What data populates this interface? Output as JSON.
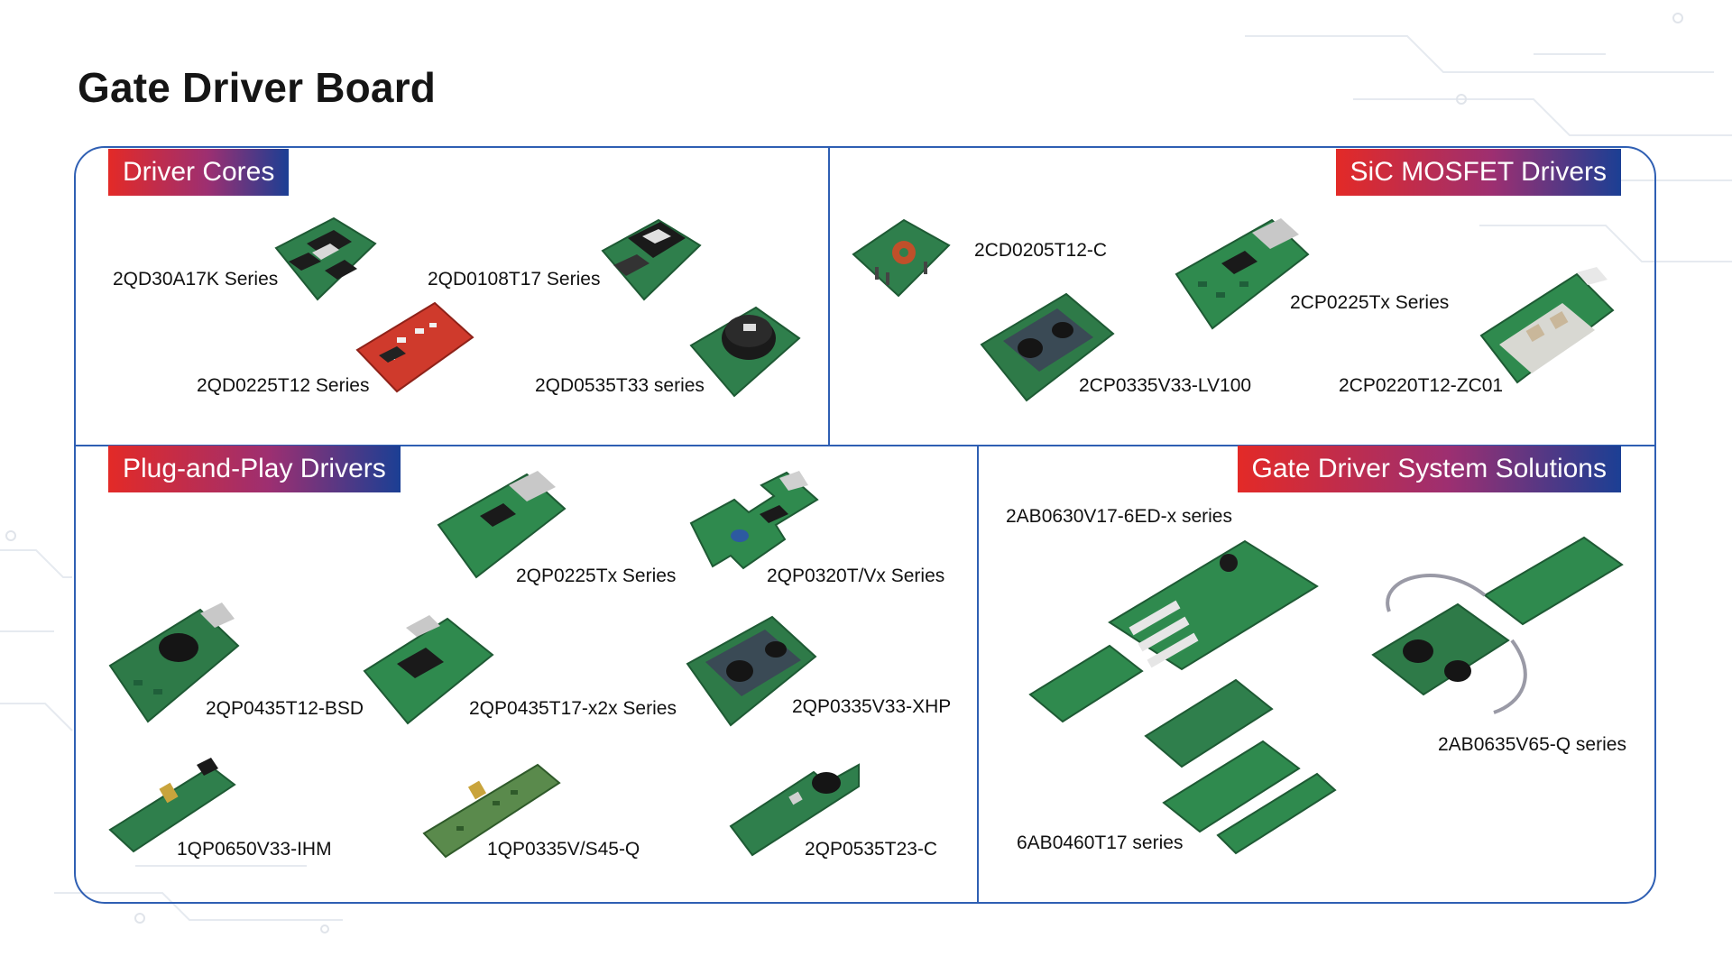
{
  "page_title": "Gate Driver Board",
  "colors": {
    "frame": "#2f5fb3",
    "tag_start": "#e32a27",
    "tag_end": "#1b3f94",
    "pcb_green": "#2d8a4e",
    "pcb_red": "#cf3a2c"
  },
  "sections": {
    "driver_cores": {
      "title": "Driver Cores",
      "products": [
        "2QD30A17K Series",
        "2QD0108T17 Series",
        "2QD0225T12 Series",
        "2QD0535T33 series"
      ]
    },
    "sic_mosfet": {
      "title": "SiC MOSFET Drivers",
      "products": [
        "2CD0205T12-C",
        "2CP0225Tx Series",
        "2CP0335V33-LV100",
        "2CP0220T12-ZC01"
      ]
    },
    "plug_and_play": {
      "title": "Plug-and-Play Drivers",
      "products": [
        "2QP0225Tx Series",
        "2QP0320T/Vx Series",
        "2QP0435T12-BSD",
        "2QP0435T17-x2x Series",
        "2QP0335V33-XHP",
        "1QP0650V33-IHM",
        "1QP0335V/S45-Q",
        "2QP0535T23-C"
      ]
    },
    "system_solutions": {
      "title": "Gate Driver System Solutions",
      "products": [
        "2AB0630V17-6ED-x series",
        "2AB0635V65-Q series",
        "6AB0460T17 series"
      ]
    }
  }
}
